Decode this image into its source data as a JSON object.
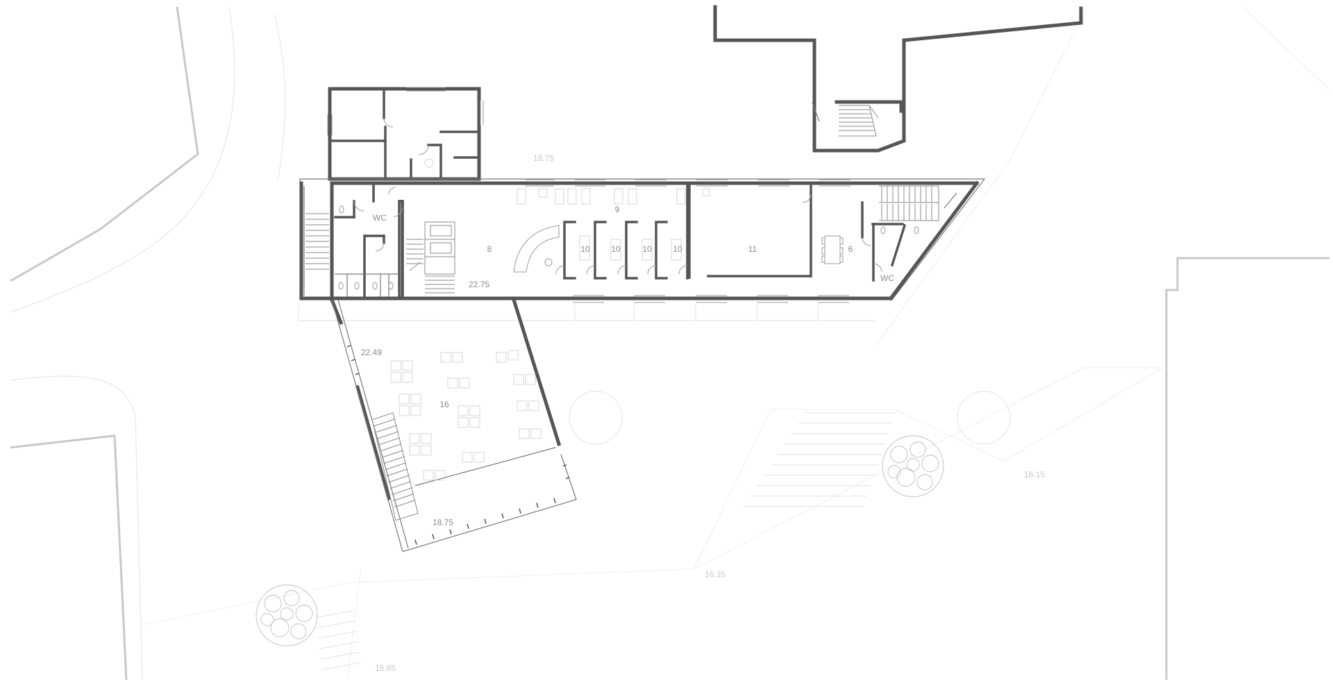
{
  "labels": {
    "elev_top": "18.75",
    "elev_main": "22.75",
    "elev_terrace": "22.49",
    "elev_lower": "18.75",
    "elev_right": "16.15",
    "elev_mid": "16.35",
    "elev_bottom": "16.85",
    "wc_left": "WC",
    "wc_right": "WC",
    "room_8": "8",
    "room_9": "9",
    "room_10a": "10",
    "room_10b": "10",
    "room_10c": "10",
    "room_10d": "10",
    "room_11": "11",
    "room_6": "6",
    "room_16": "16"
  }
}
